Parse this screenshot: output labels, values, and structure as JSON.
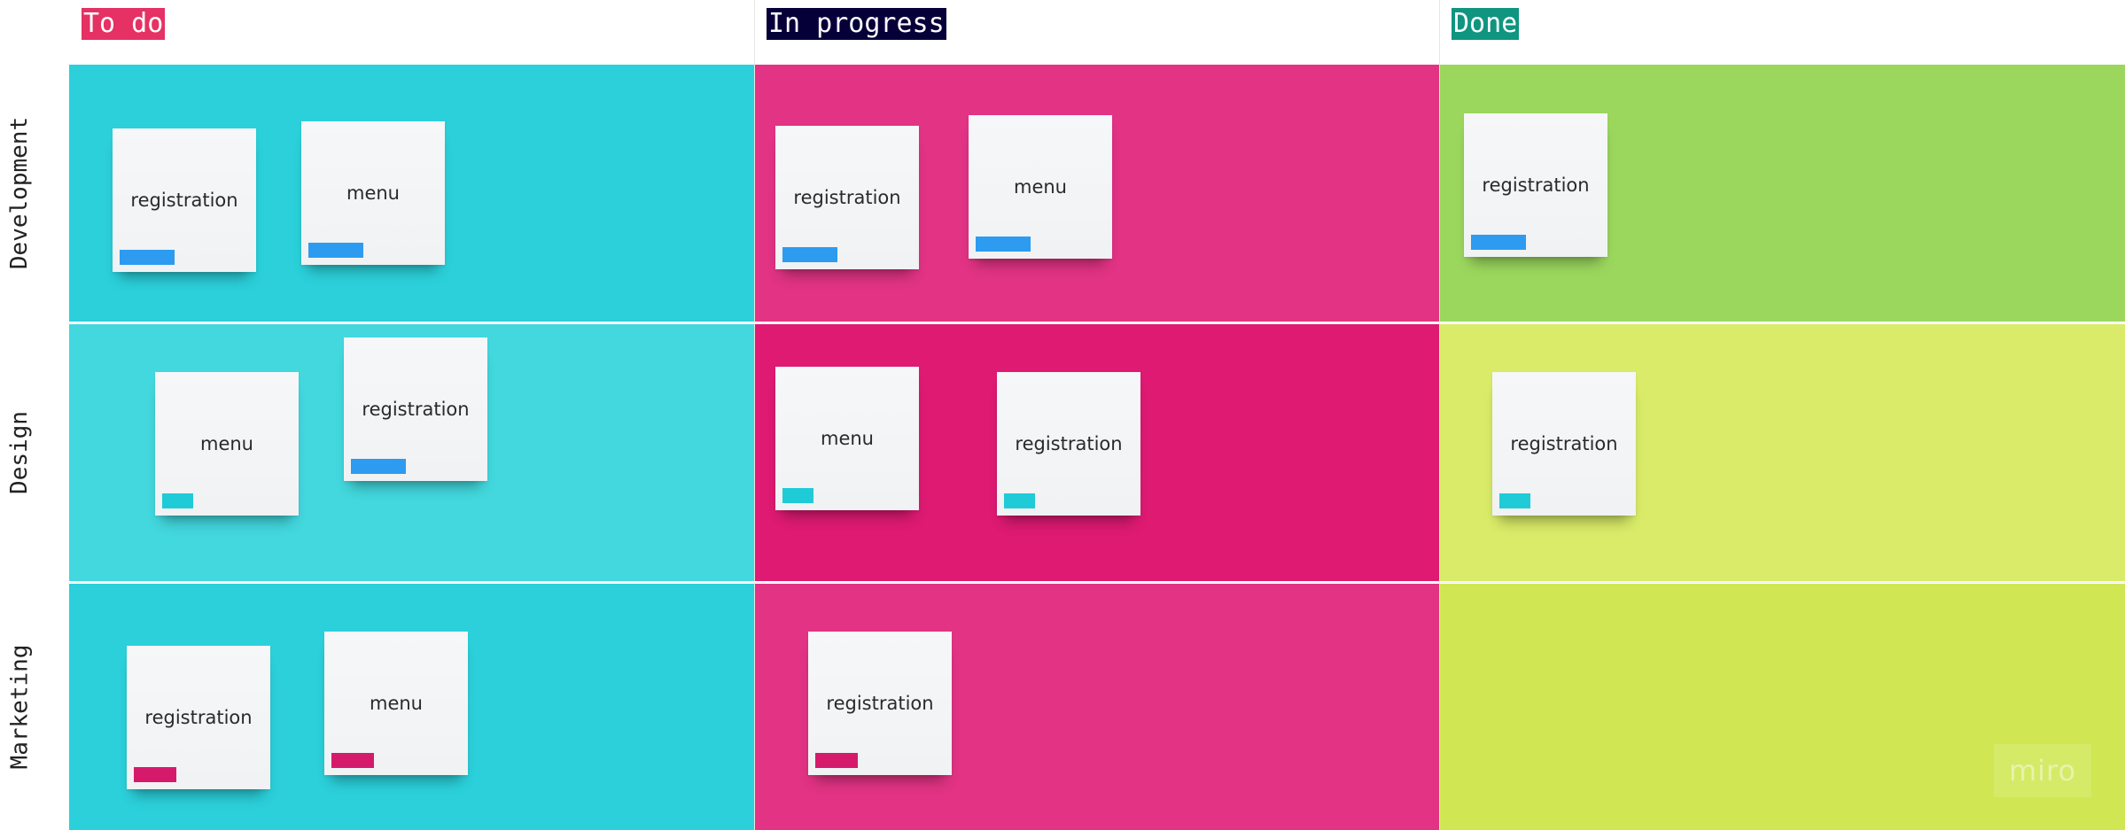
{
  "columns": [
    {
      "label": "To do",
      "color": "#e53163"
    },
    {
      "label": "In progress",
      "color": "#050038"
    },
    {
      "label": "Done",
      "color": "#0f9580"
    }
  ],
  "rows": [
    {
      "label": "Development"
    },
    {
      "label": "Design"
    },
    {
      "label": "Marketing"
    }
  ],
  "cell_colors": {
    "dev_todo": "#2bd0da",
    "dev_inprogress": "#e23384",
    "dev_done": "#9bd75d",
    "design_todo": "#42d8de",
    "design_inprogress": "#de1a72",
    "design_done": "#d9eb68",
    "marketing_todo": "#2bd0da",
    "marketing_inprogress": "#e23384",
    "marketing_done": "#d0e753"
  },
  "tag_colors": {
    "blue": "#2d9bf0",
    "cyan": "#1fcbd6",
    "magenta": "#d61a6b"
  },
  "stickies": {
    "dev_todo": [
      "registration",
      "menu"
    ],
    "dev_inprogress": [
      "registration",
      "menu"
    ],
    "dev_done": [
      "registration"
    ],
    "design_todo": [
      "menu",
      "registration"
    ],
    "design_inprogress": [
      "menu",
      "registration"
    ],
    "design_done": [
      "registration"
    ],
    "marketing_todo": [
      "registration",
      "menu"
    ],
    "marketing_inprogress": [
      "registration"
    ]
  },
  "logo": "miro"
}
